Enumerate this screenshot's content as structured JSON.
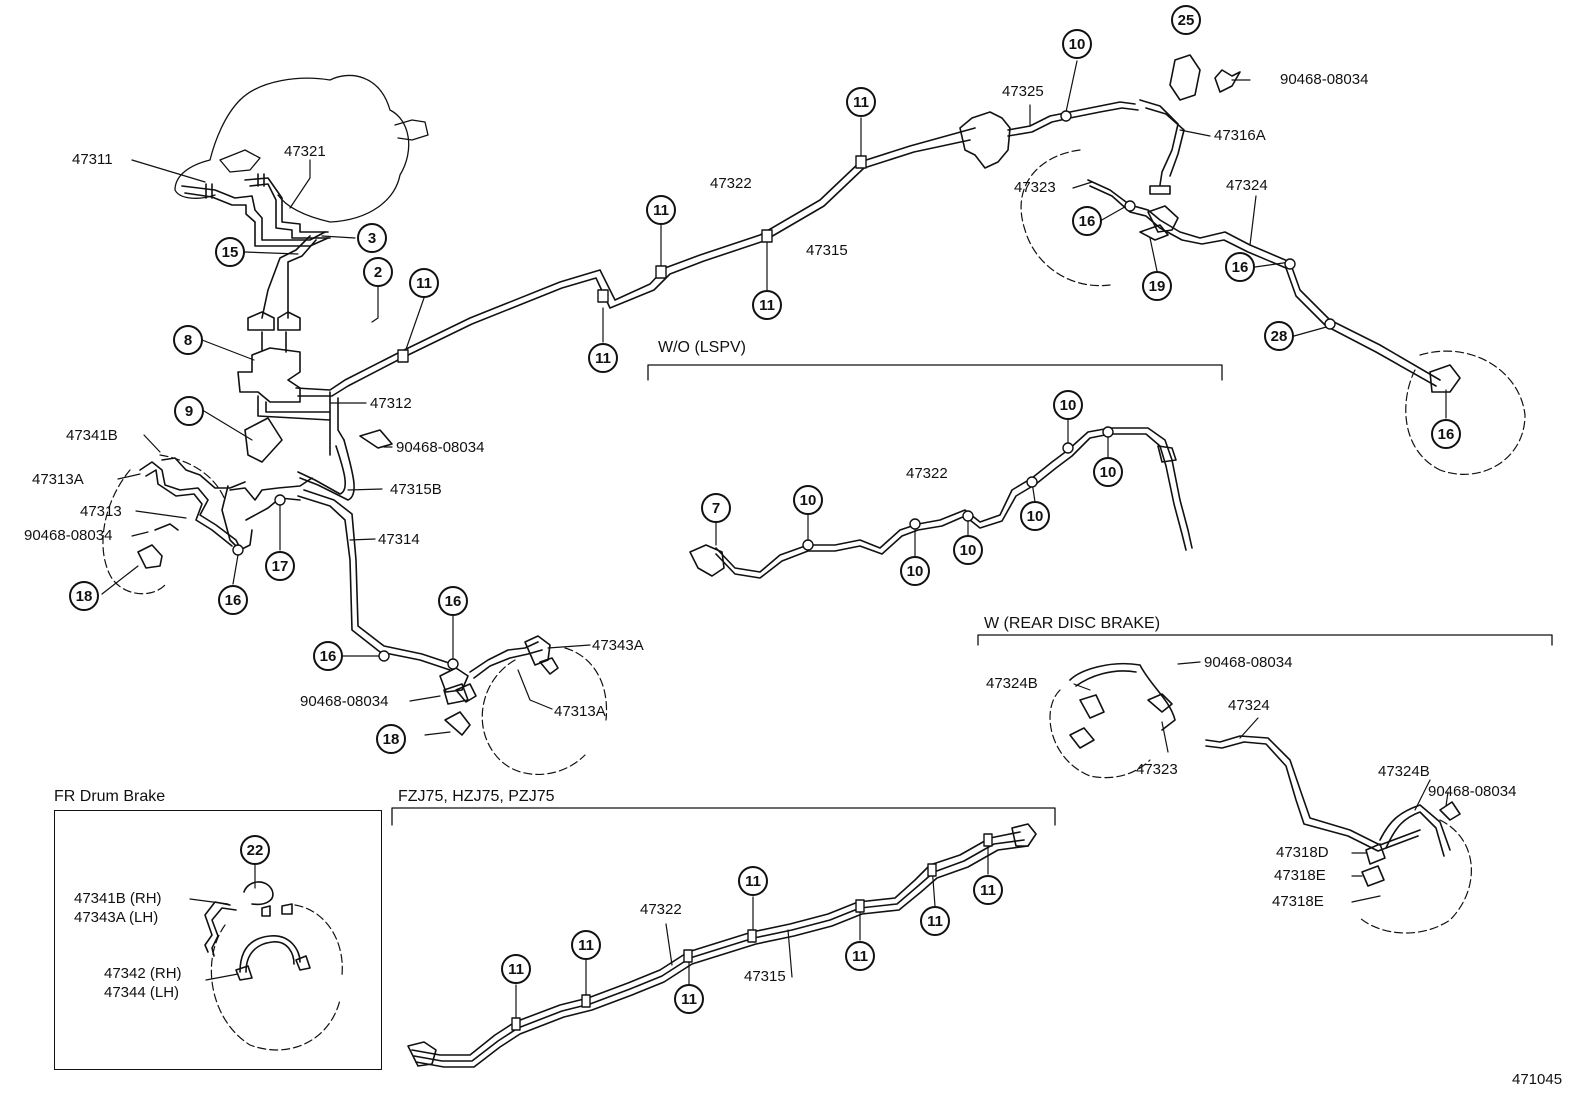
{
  "diagram_id": "471045",
  "sections": {
    "wo_lspv": "W/O (LSPV)",
    "rear_disc": "W (REAR DISC BRAKE)",
    "fr_drum": "FR Drum Brake",
    "models": "FZJ75, HZJ75, PZJ75"
  },
  "callouts": {
    "c2": "2",
    "c3": "3",
    "c7": "7",
    "c8": "8",
    "c9": "9",
    "c10": "10",
    "c11": "11",
    "c15": "15",
    "c16": "16",
    "c17": "17",
    "c18": "18",
    "c19": "19",
    "c22": "22",
    "c25": "25",
    "c28": "28"
  },
  "parts": {
    "p47311": "47311",
    "p47321": "47321",
    "p47322": "47322",
    "p47315": "47315",
    "p47325": "47325",
    "p47316A": "47316A",
    "p47323": "47323",
    "p47324": "47324",
    "p47312": "47312",
    "p47341B": "47341B",
    "p47313A": "47313A",
    "p47313": "47313",
    "p90468": "90468-08034",
    "p47315B": "47315B",
    "p47314": "47314",
    "p47343A": "47343A",
    "p47324B": "47324B",
    "p47318D": "47318D",
    "p47318E": "47318E",
    "p47341B_rh": "47341B (RH)",
    "p47343A_lh": "47343A (LH)",
    "p47342_rh": "47342 (RH)",
    "p47344_lh": "47344 (LH)"
  }
}
